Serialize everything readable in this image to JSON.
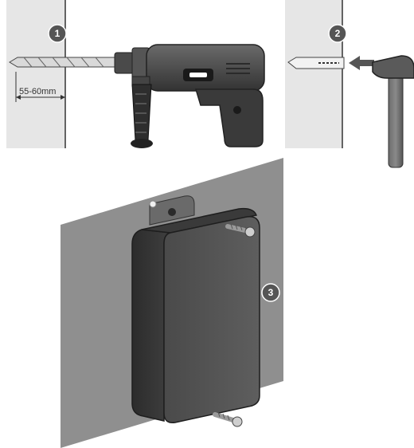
{
  "steps": [
    {
      "number": "1"
    },
    {
      "number": "2"
    },
    {
      "number": "3"
    }
  ],
  "depth_label": "55-60mm",
  "colors": {
    "wall_light": "#e6e6e6",
    "wall_dark": "#8f8f8f",
    "tool_dark": "#3a3a3a",
    "badge": "#555555"
  }
}
